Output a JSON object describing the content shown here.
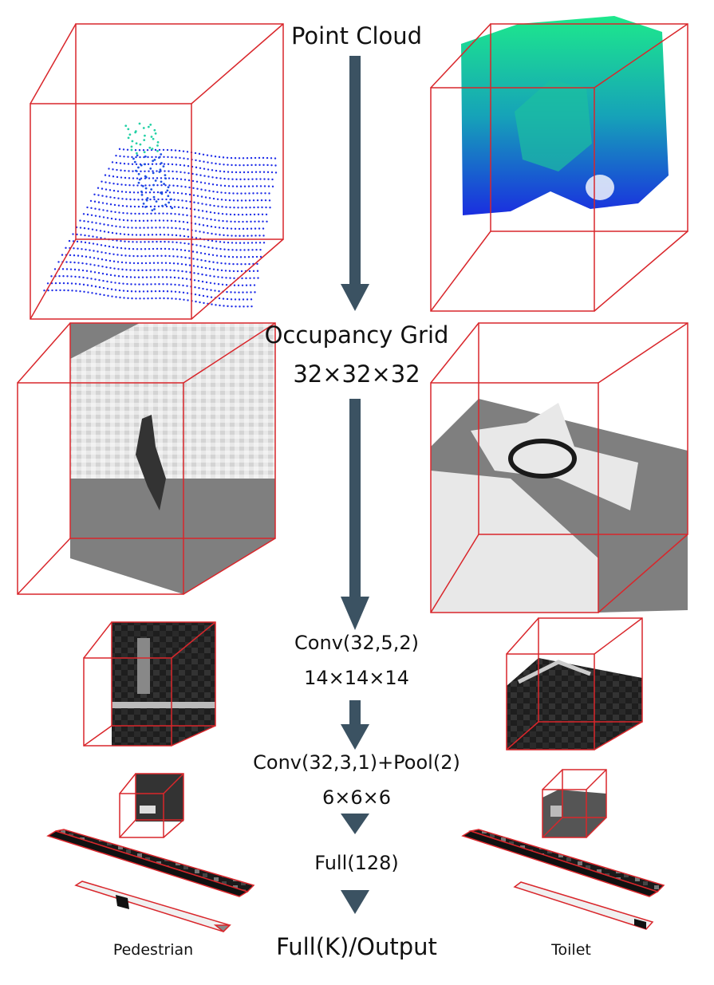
{
  "colors": {
    "arrow": "#3b5262",
    "wire": "#d9262b",
    "grid_light": "#e6e6e6",
    "grid_dark": "#7f7f7f",
    "feature_dark": "#1c1c1c"
  },
  "stages": [
    {
      "label": "Point Cloud"
    },
    {
      "label": "Occupancy Grid",
      "size": "32×32×32"
    },
    {
      "label": "Conv(32,5,2)",
      "size": "14×14×14"
    },
    {
      "label": "Conv(32,3,1)+Pool(2)",
      "size": "6×6×6"
    },
    {
      "label": "Full(128)"
    },
    {
      "label": "Full(K)/Output"
    }
  ],
  "examples": {
    "left": "Pedestrian",
    "right": "Toilet"
  }
}
